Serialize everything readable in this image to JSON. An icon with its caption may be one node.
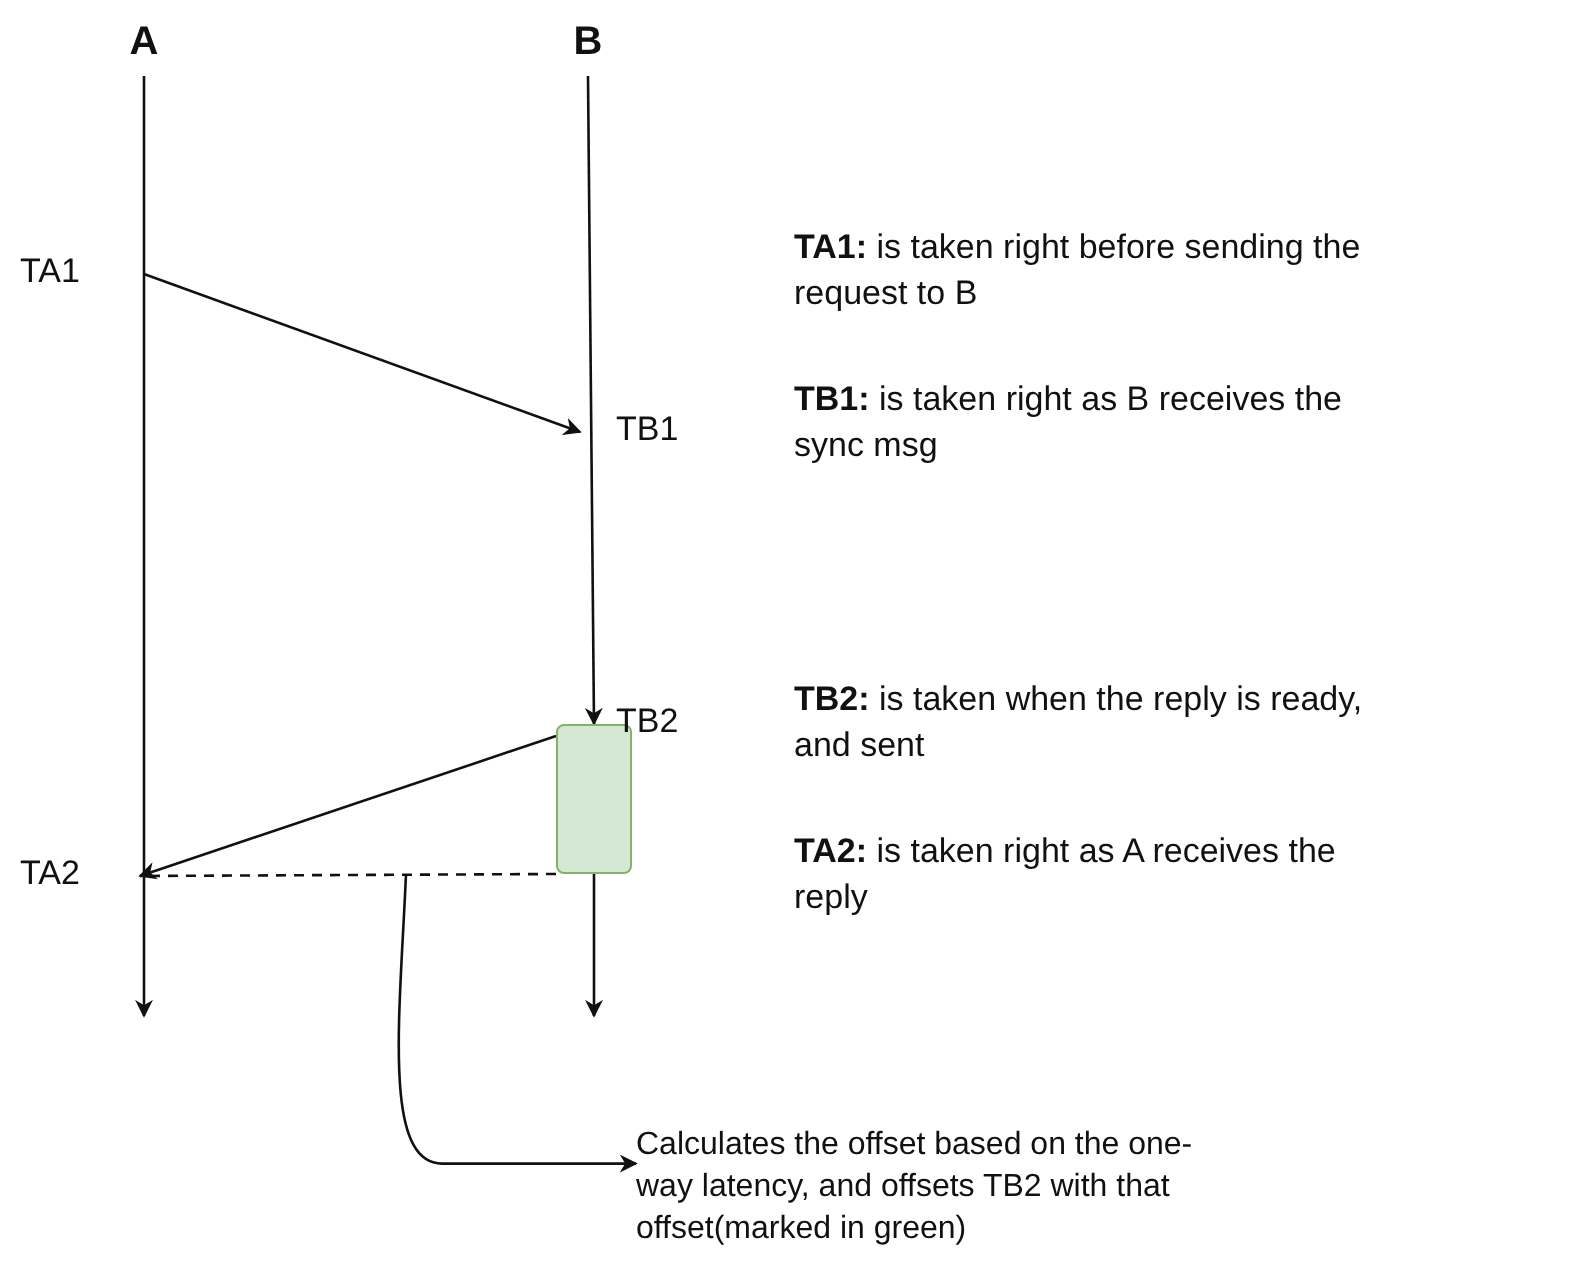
{
  "diagram": {
    "nodes": [
      {
        "text": [
          "A"
        ]
      },
      {
        "text": [
          "B"
        ]
      },
      {
        "text": [
          "TA1"
        ]
      },
      {
        "text": [
          "TB1"
        ]
      },
      {
        "text": [],
        "shape": "box",
        "beside": [
          "TB2"
        ]
      },
      {
        "text": [
          "TA2"
        ]
      },
      {
        "text": [
          "Calculates the offset based on the one-way latency, and offsets TB2 with that offset(marked in green)"
        ]
      }
    ],
    "edges": [
      {
        "from": 0,
        "to": null,
        "arrow": "to"
      },
      {
        "from": 1,
        "to": 4,
        "arrow": "to"
      },
      {
        "from": 4,
        "to": null,
        "arrow": "to"
      },
      {
        "from": 2,
        "to": 3,
        "arrow": "to"
      },
      {
        "from": 4,
        "to": 5,
        "arrow": "to"
      },
      {
        "from": 4,
        "to": 5,
        "arrow": "none",
        "style": "dashed"
      },
      {
        "from": null,
        "to": 6,
        "arrow": "to"
      }
    ],
    "labels": [
      "**TA1:** is taken right before sending the request to B",
      "**TB1:** is taken right as B receives the sync msg",
      "**TB2:** is taken when the reply is ready, and sent",
      "**TA2:** is taken right as A receives the reply"
    ]
  }
}
